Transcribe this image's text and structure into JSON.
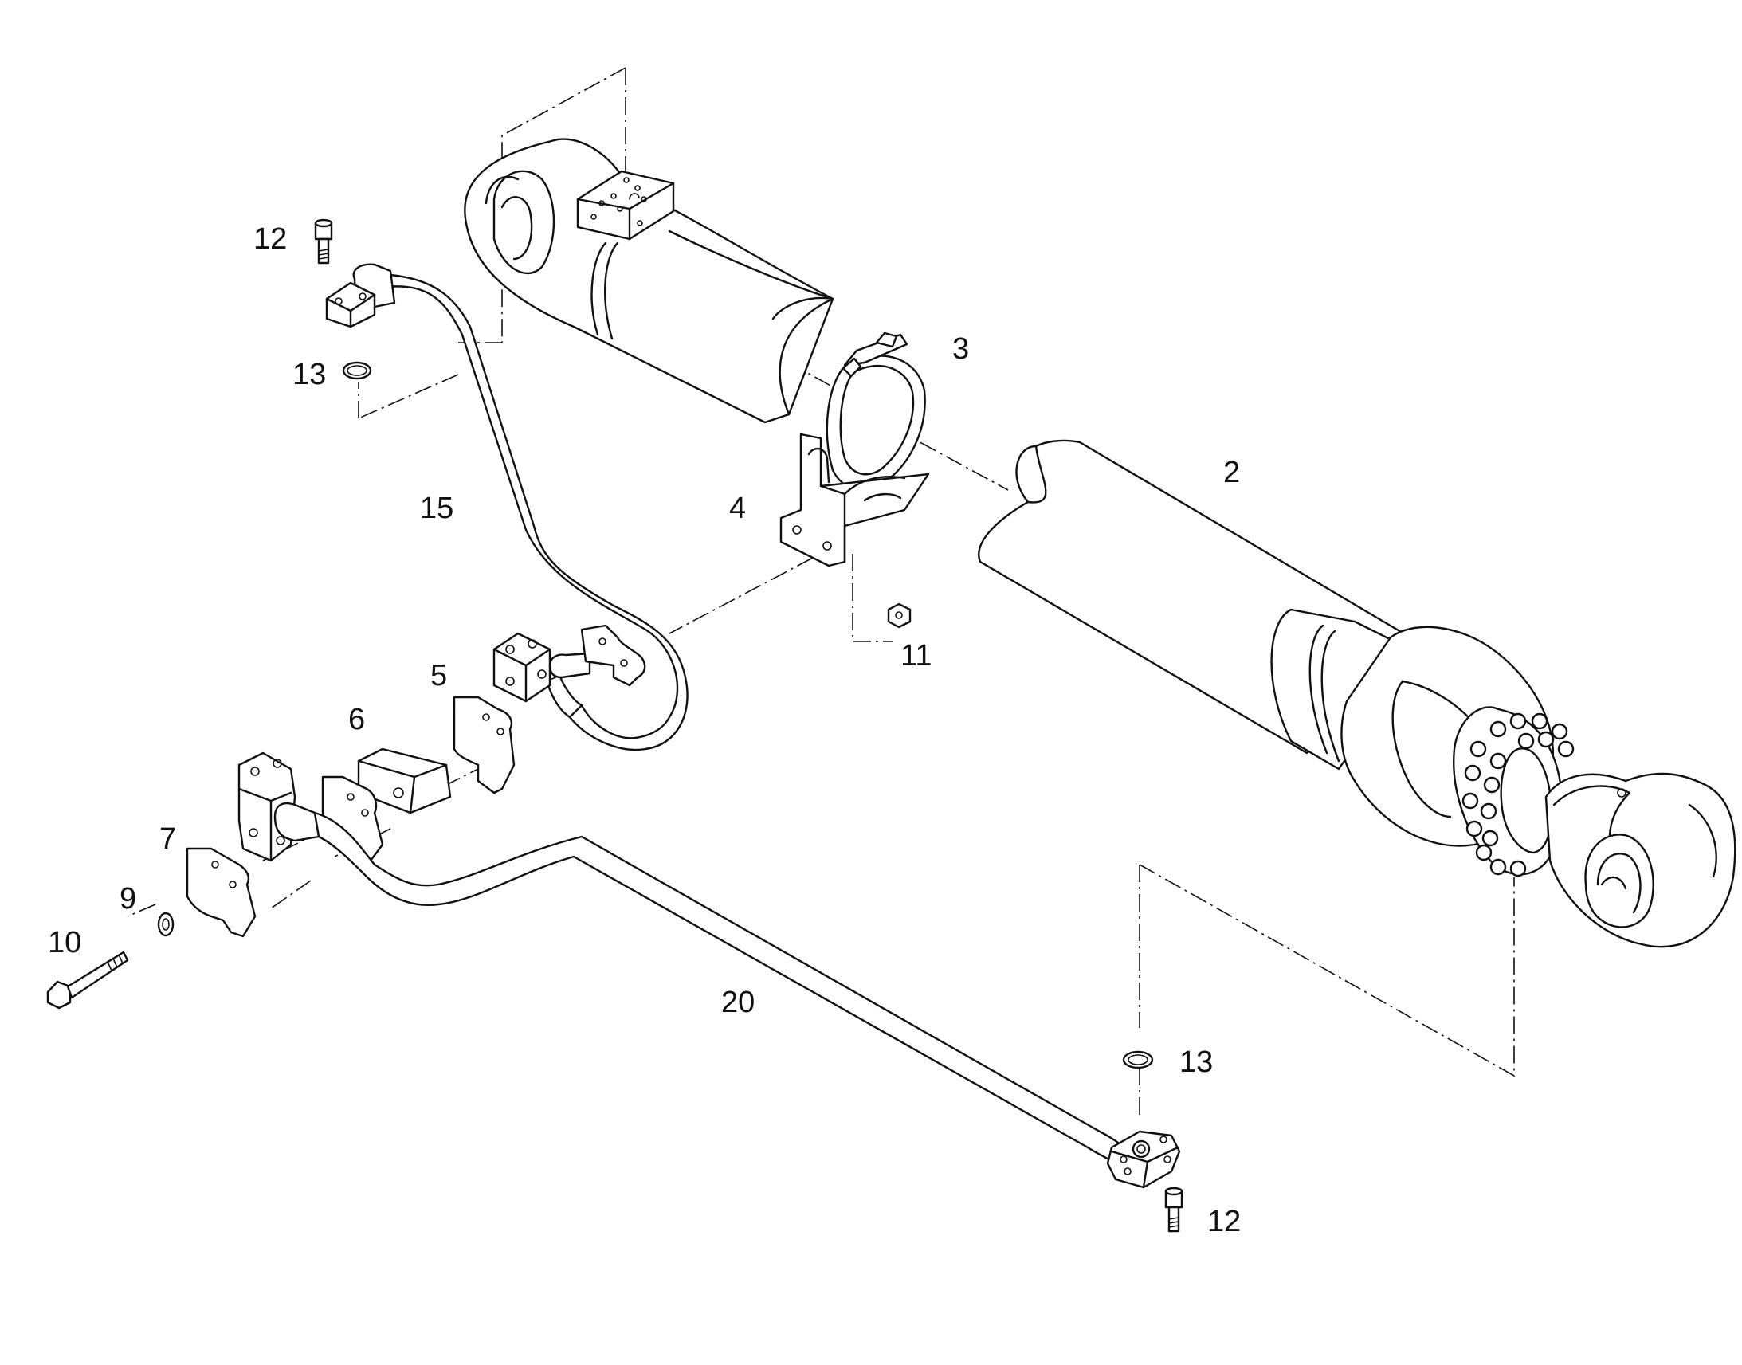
{
  "diagram": {
    "callouts": {
      "c2": "2",
      "c3": "3",
      "c4": "4",
      "c5": "5",
      "c6": "6",
      "c7": "7",
      "c9": "9",
      "c10": "10",
      "c11": "11",
      "c12a": "12",
      "c12b": "12",
      "c13a": "13",
      "c13b": "13",
      "c15": "15",
      "c20": "20"
    }
  }
}
